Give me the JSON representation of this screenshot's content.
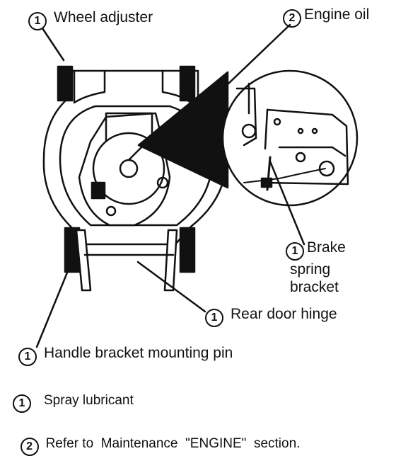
{
  "callouts": {
    "wheel_adjuster": {
      "marker": "1",
      "text": "Wheel adjuster"
    },
    "engine_oil": {
      "marker": "2",
      "text": "Engine oil"
    },
    "brake_spring_bracket": {
      "marker": "1",
      "line1": "Brake",
      "line2": "spring",
      "line3": "bracket"
    },
    "rear_door_hinge": {
      "marker": "1",
      "text": "Rear door hinge"
    },
    "handle_bracket_pin": {
      "marker": "1",
      "text": "Handle bracket mounting pin"
    }
  },
  "legend": [
    {
      "marker": "1",
      "text": "Spray lubricant"
    },
    {
      "marker": "2",
      "text": "Refer to  Maintenance  \"ENGINE\"  section."
    }
  ]
}
